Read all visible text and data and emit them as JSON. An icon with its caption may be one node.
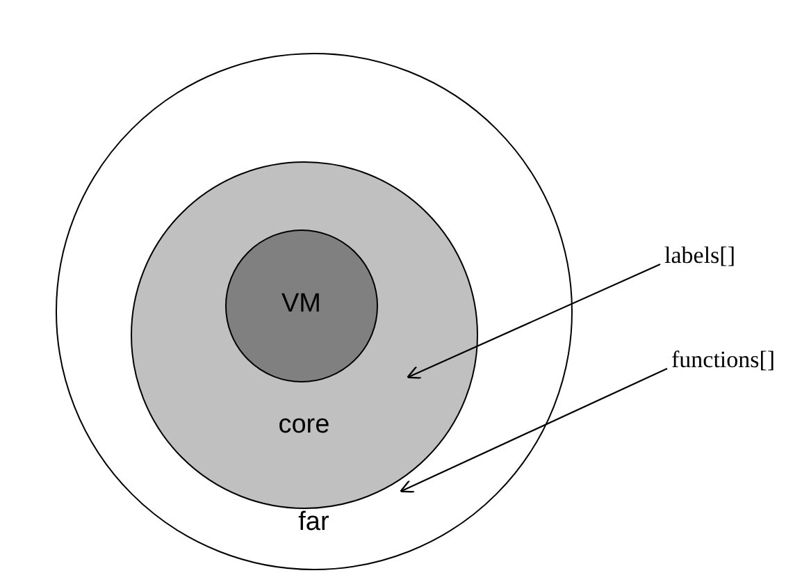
{
  "diagram": {
    "nodes": [
      {
        "text": [
          "far"
        ]
      },
      {
        "text": [
          "core"
        ],
        "in": 0
      },
      {
        "text": [
          "VM"
        ],
        "in": 1
      },
      {
        "text": [
          "labels[]"
        ]
      },
      {
        "text": [
          "functions[]"
        ]
      }
    ],
    "edges": [
      {
        "from": 3,
        "to": 1,
        "arrow": "to"
      },
      {
        "from": 4,
        "to": 0,
        "arrow": "to"
      }
    ]
  }
}
